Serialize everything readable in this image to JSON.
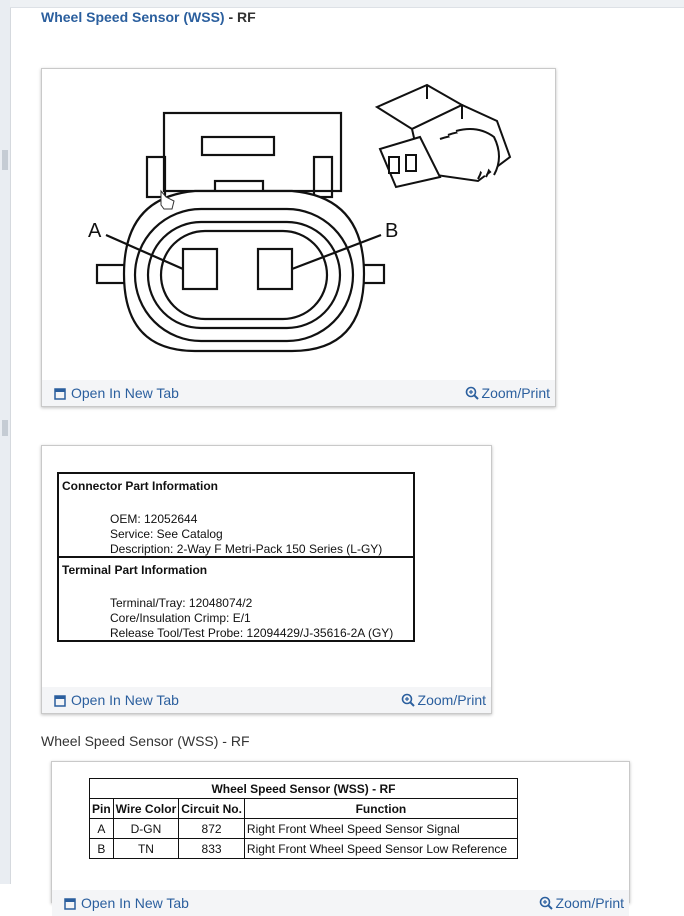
{
  "page": {
    "title_main": "Wheel Speed Sensor (WSS)",
    "title_suffix": " - RF"
  },
  "figure1": {
    "pin_a_label": "A",
    "pin_b_label": "B",
    "open_tab_label": "Open In New Tab",
    "zoom_label": "Zoom/Print"
  },
  "figure2": {
    "connector_heading": "Connector Part Information",
    "oem": "OEM: 12052644",
    "service": "Service: See Catalog",
    "description": "Description: 2-Way F Metri-Pack 150 Series (L-GY)",
    "terminal_heading": "Terminal Part Information",
    "terminal_tray": "Terminal/Tray: 12048074/2",
    "crimp": "Core/Insulation Crimp: E/1",
    "release_tool": "Release Tool/Test Probe: 12094429/J-35616-2A (GY)",
    "open_tab_label": "Open In New Tab",
    "zoom_label": "Zoom/Print"
  },
  "section_label": "Wheel Speed Sensor (WSS) - RF",
  "pinout": {
    "table_title": "Wheel Speed Sensor (WSS) - RF",
    "headers": [
      "Pin",
      "Wire Color",
      "Circuit No.",
      "Function"
    ],
    "rows": [
      [
        "A",
        "D-GN",
        "872",
        "Right Front Wheel Speed Sensor Signal"
      ],
      [
        "B",
        "TN",
        "833",
        "Right Front Wheel Speed Sensor Low Reference"
      ]
    ],
    "open_tab_label": "Open In New Tab",
    "zoom_label": "Zoom/Print"
  }
}
